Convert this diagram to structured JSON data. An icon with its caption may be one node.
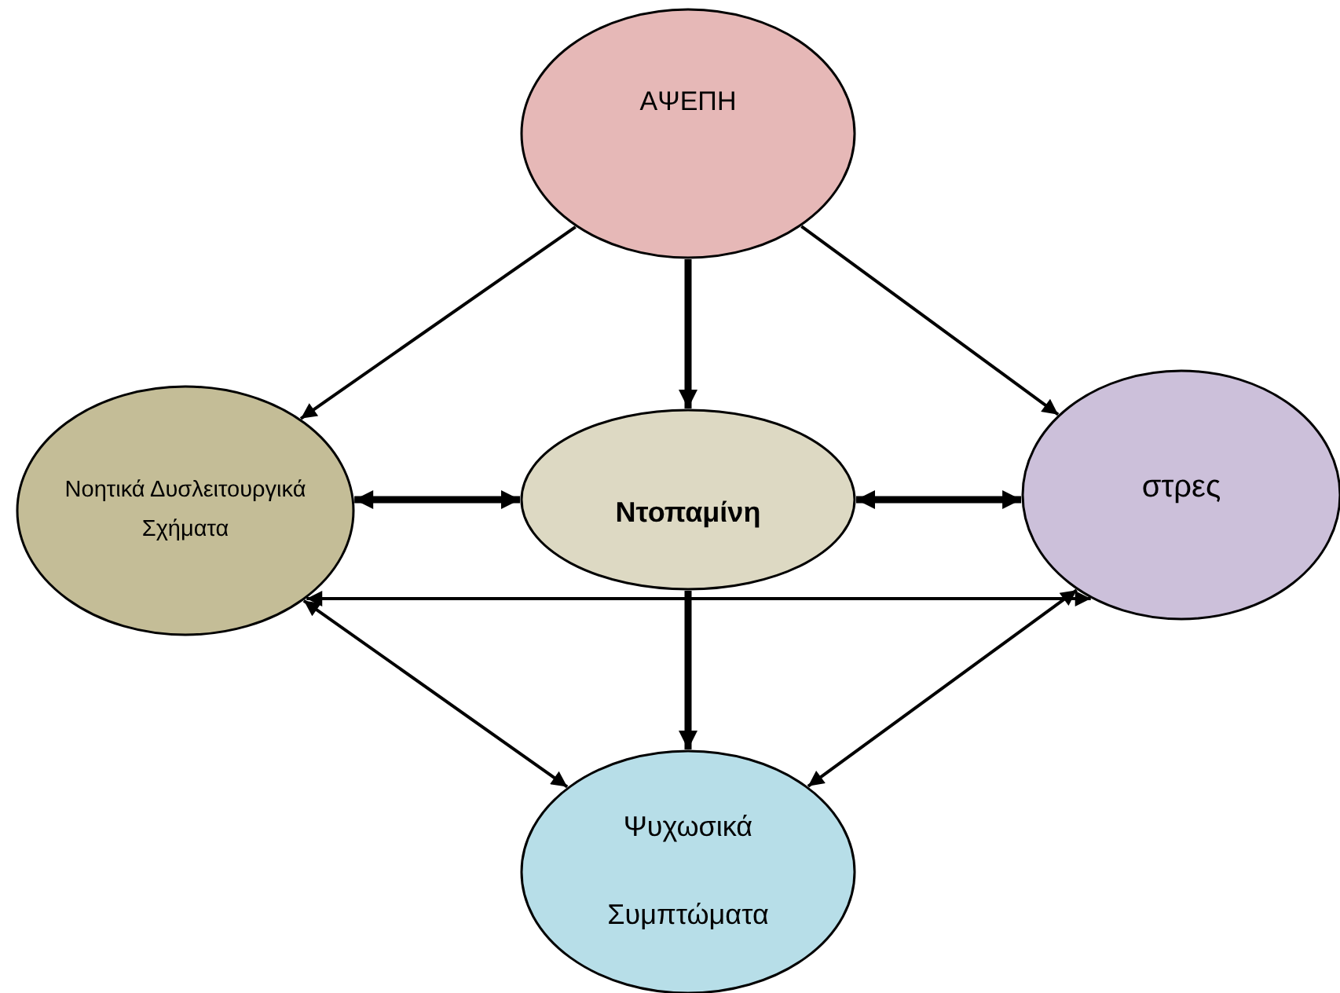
{
  "diagram": {
    "nodes": [
      {
        "text": [
          "ΑΨΕΠΗ"
        ]
      },
      {
        "text": [
          "Νοητικά Δυσλειτουργικά Σχήματα"
        ]
      },
      {
        "text": [
          "Ντοπαμίνη"
        ]
      },
      {
        "text": [
          "στρες"
        ]
      },
      {
        "text": [
          "Ψυχωσικά Συμπτώματα"
        ]
      }
    ],
    "edges": [
      {
        "from": 0,
        "to": 1,
        "arrow": "to"
      },
      {
        "from": 0,
        "to": 2,
        "arrow": "to",
        "style": "thick"
      },
      {
        "from": 0,
        "to": 3,
        "arrow": "to"
      },
      {
        "from": 2,
        "to": 1,
        "arrow": "both",
        "style": "thick"
      },
      {
        "from": 2,
        "to": 3,
        "arrow": "both",
        "style": "thick"
      },
      {
        "from": 1,
        "to": 3,
        "arrow": "both"
      },
      {
        "from": 1,
        "to": 4,
        "arrow": "both"
      },
      {
        "from": 3,
        "to": 4,
        "arrow": "both"
      },
      {
        "from": 2,
        "to": 4,
        "arrow": "to",
        "style": "thick"
      }
    ]
  }
}
